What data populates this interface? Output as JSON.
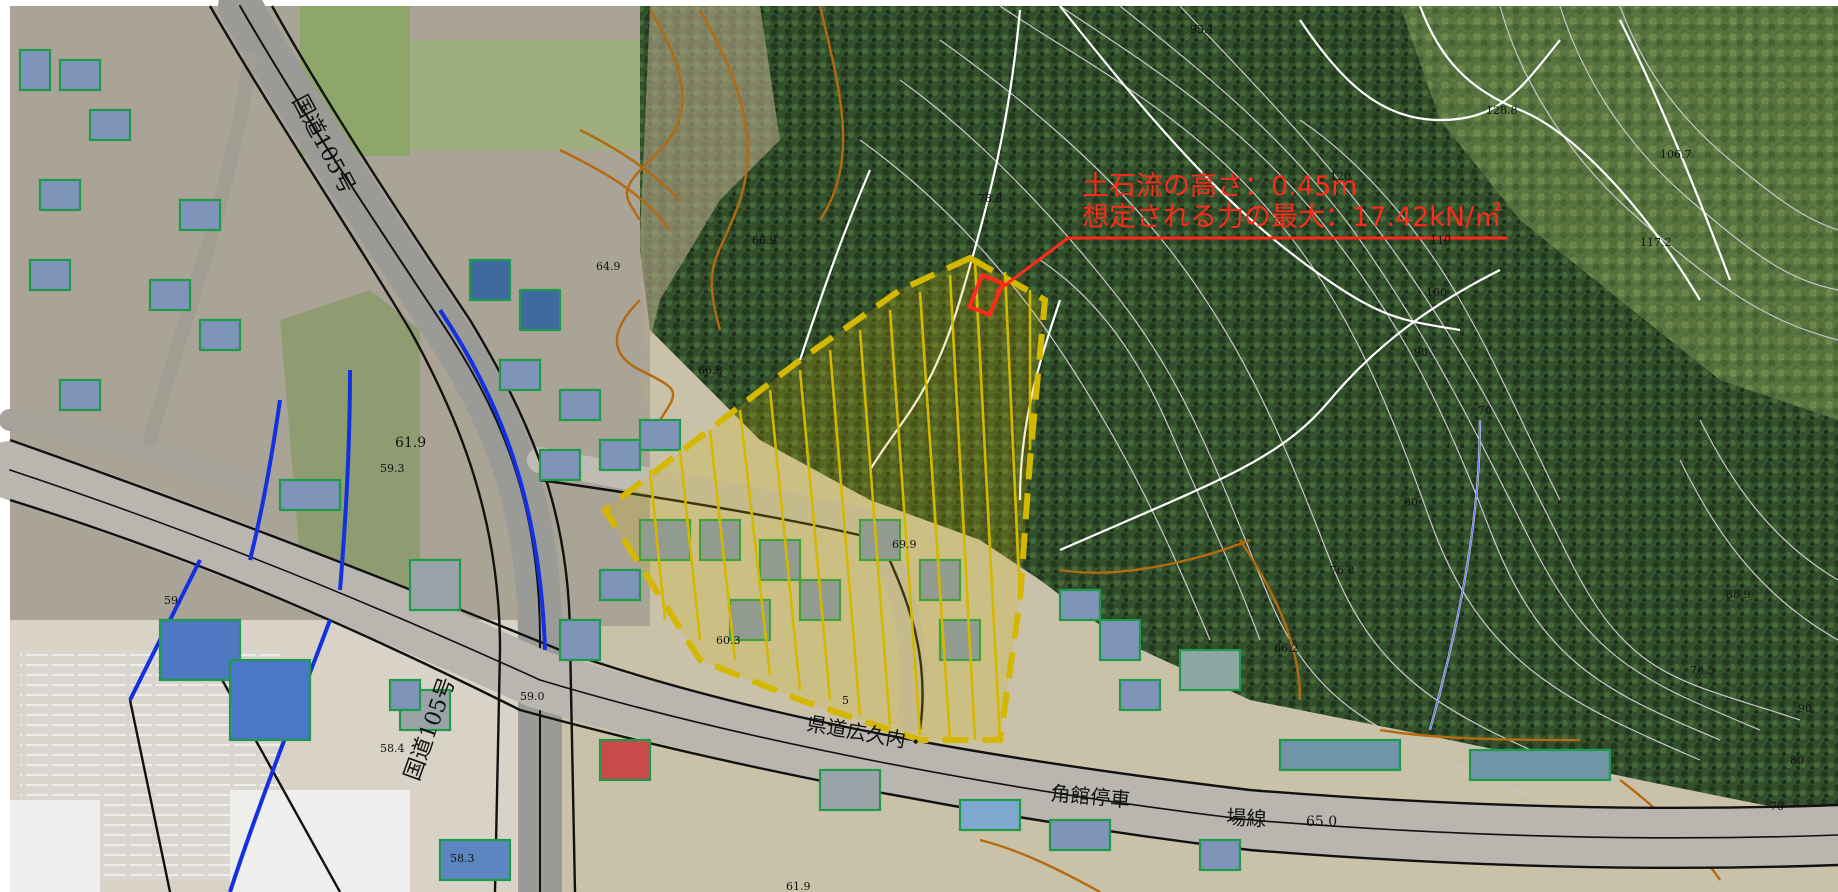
{
  "annotation": {
    "line1": "土石流の高さ：0.45m",
    "line2": "想定される力の最大：17.42kN/㎡",
    "color": "#ff2a1a"
  },
  "roads": {
    "route105_north": "国道105号",
    "route105_south": "国道105号",
    "prefectural_a": "県道広久内・",
    "prefectural_b": "角館停車",
    "prefectural_c": "場線"
  },
  "elevations": {
    "e95_1": "95.1",
    "e128_8": "128.8",
    "e106_7": "106.7",
    "e78_8": "78.8",
    "e117_2": "117.2",
    "e66_9": "66.9",
    "e64_9": "64.9",
    "e66_8": "66.8",
    "e61_9": "61.9",
    "e59_3": "59.3",
    "e69_9": "69.9",
    "e60_3": "60.3",
    "e59_0": "59.0",
    "e58_4": "58.4",
    "e58_3": "58.3",
    "e61_9b": "61.9",
    "e66_2": "66.2",
    "e76_8": "76.8",
    "e88_9": "88.9",
    "e78_5": "78.5",
    "e65_0": "65.0",
    "e59_x": "59.",
    "e5x": "5"
  },
  "contours": {
    "c120": "120",
    "c100": "100",
    "c90": "90",
    "c80": "80",
    "c70": "70",
    "c90r": "90",
    "c80r": "80",
    "c70r": "70",
    "c110": "110"
  },
  "colors": {
    "hazard_zone": "#d4b800",
    "building_outline": "#1e9a4a",
    "road_line": "#111111",
    "waterway": "#1530e0",
    "slope_line": "#b36a10",
    "forest": "#2f4a2a"
  }
}
